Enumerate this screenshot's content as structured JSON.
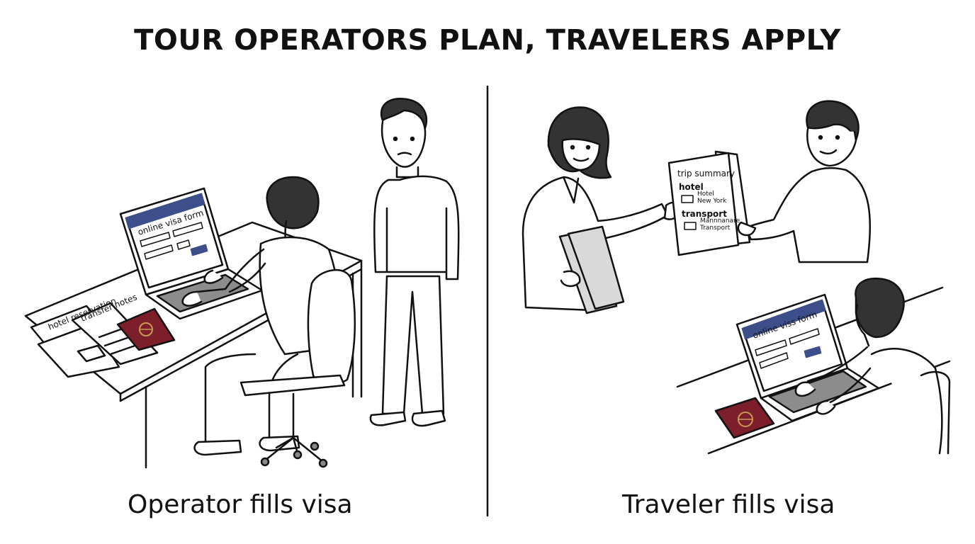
{
  "title": "TOUR OPERATORS PLAN, TRAVELERS APPLY",
  "left_panel": {
    "caption": "Operator fills visa",
    "laptop_screen_label": "online visa form",
    "paper_1_label": "hotel reservation",
    "paper_2_label": "transfer notes"
  },
  "right_panel": {
    "caption": "Traveler fills visa",
    "summary": {
      "heading": "trip summary",
      "hotel_label": "hotel",
      "hotel_line_1": "Hotel",
      "hotel_line_2": "New York",
      "transport_label": "transport",
      "transport_line_1": "Mannnanare",
      "transport_line_2": "Transport"
    },
    "laptop_screen_label": "online viss form"
  },
  "colors": {
    "ink": "#111111",
    "screen_header": "#3d4f8a",
    "passport": "#7d1f2a",
    "passport_emblem": "#c79a55",
    "keyboard": "#8c8c8c",
    "folder": "#d9d9d9"
  }
}
